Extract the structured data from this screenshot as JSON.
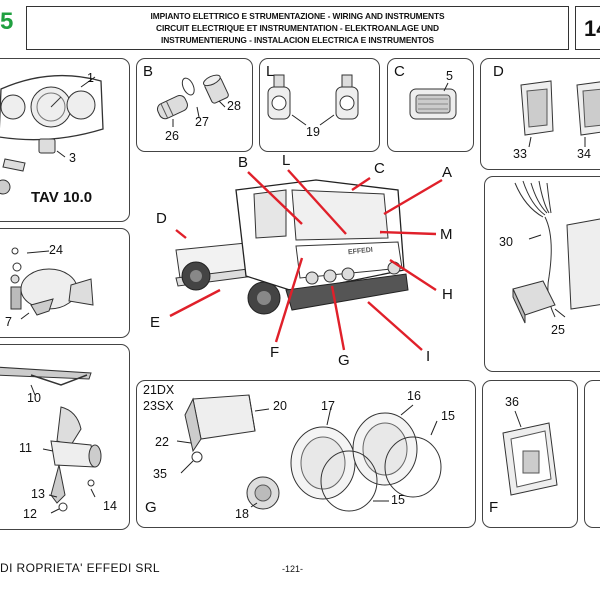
{
  "header": {
    "logo_fragment": "5",
    "title_lines": [
      "IMPIANTO ELETTRICO E STRUMENTAZIONE - WIRING AND INSTRUMENTS",
      "CIRCUIT ELECTRIQUE ET INSTRUMENTATION - ELEKTROANLAGE UND",
      "INSTRUMENTIERUNG - INSTALACION ELECTRICA E INSTRUMENTOS"
    ],
    "page_tab": "14"
  },
  "panels": {
    "instruments": {
      "numbers": [
        "1",
        "3"
      ],
      "caption": "TAV 10.0"
    },
    "B": {
      "letter": "B",
      "numbers": [
        "26",
        "27",
        "28"
      ]
    },
    "L": {
      "letter": "L",
      "numbers": [
        "19"
      ]
    },
    "C": {
      "letter": "C",
      "numbers": [
        "5"
      ]
    },
    "D": {
      "letter": "D",
      "numbers": [
        "33",
        "34"
      ]
    },
    "horn": {
      "numbers": [
        "24",
        "7"
      ]
    },
    "wiper": {
      "numbers": [
        "10",
        "11",
        "13",
        "12",
        "14"
      ]
    },
    "battery": {
      "numbers": [
        "30",
        "25"
      ]
    },
    "G": {
      "letter": "G",
      "numbers": [
        "21DX",
        "23SX",
        "20",
        "22",
        "35",
        "17",
        "16",
        "15",
        "15",
        "18"
      ]
    },
    "F": {
      "letter": "F",
      "numbers": [
        "36"
      ]
    },
    "vehicle": {
      "callouts": [
        "B",
        "L",
        "C",
        "A",
        "D",
        "M",
        "H",
        "E",
        "F",
        "G",
        "I"
      ],
      "brand_text": "EFFEDI"
    }
  },
  "footer": {
    "left_text": "DI ROPRIETA' EFFEDI SRL",
    "page_number": "-121-"
  },
  "colors": {
    "callout_line": "#e0202a",
    "logo": "#20a040",
    "border": "#444444"
  }
}
